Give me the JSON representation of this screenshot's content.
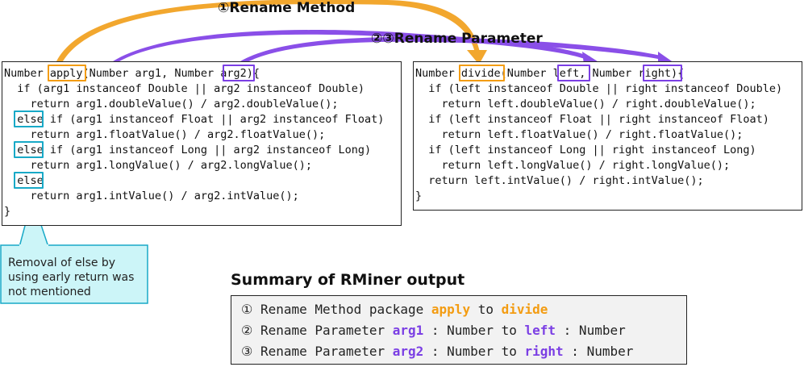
{
  "top_labels": {
    "rename_method": "①Rename Method",
    "rename_parameter": "②③Rename Parameter"
  },
  "left_code": {
    "lines": [
      "Number apply(Number arg1, Number arg2){",
      "  if (arg1 instanceof Double || arg2 instanceof Double)",
      "    return arg1.doubleValue() / arg2.doubleValue();",
      "  else if (arg1 instanceof Float || arg2 instanceof Float)",
      "    return arg1.floatValue() / arg2.floatValue();",
      "  else if (arg1 instanceof Long || arg2 instanceof Long)",
      "    return arg1.longValue() / arg2.longValue();",
      "  else",
      "    return arg1.intValue() / arg2.intValue();",
      "}"
    ]
  },
  "right_code": {
    "lines": [
      "Number divide(Number left, Number right){",
      "  if (left instanceof Double || right instanceof Double)",
      "    return left.doubleValue() / right.doubleValue();",
      "  if (left instanceof Float || right instanceof Float)",
      "    return left.floatValue() / right.floatValue();",
      "  if (left instanceof Long || right instanceof Long)",
      "    return left.longValue() / right.longValue();",
      "  return left.intValue() / right.intValue();",
      "}"
    ]
  },
  "callout": {
    "text": "Removal of else by using early return was not mentioned"
  },
  "summary": {
    "title": "Summary of RMiner output",
    "line1": {
      "pre": "① Rename Method package ",
      "a": "apply",
      "mid": " to ",
      "b": "divide",
      "post": ""
    },
    "line2": {
      "pre": "② Rename Parameter ",
      "a": "arg1",
      "mid": " : Number to ",
      "b": "left",
      "post": " : Number"
    },
    "line3": {
      "pre": "③ Rename Parameter ",
      "a": "arg2",
      "mid": " : Number to ",
      "b": "right",
      "post": " : Number"
    }
  },
  "colors": {
    "method_rename": "#f39c12",
    "parameter_rename": "#7b3fe4",
    "else_highlight": "#18a9c7",
    "callout_fill": "#ccf5f8"
  }
}
